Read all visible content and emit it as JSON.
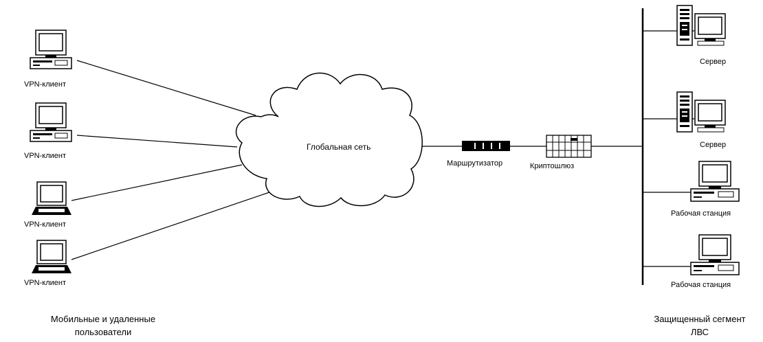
{
  "diagram": {
    "left_group_caption": [
      "Мобильные и удаленные",
      "пользователи"
    ],
    "right_group_caption": [
      "Защищенный сегмент",
      "ЛВС"
    ],
    "clients": [
      {
        "label": "VPN-клиент",
        "icon": "desktop-computer-icon"
      },
      {
        "label": "VPN-клиент",
        "icon": "desktop-computer-icon"
      },
      {
        "label": "VPN-клиент",
        "icon": "laptop-icon"
      },
      {
        "label": "VPN-клиент",
        "icon": "laptop-icon"
      }
    ],
    "cloud": {
      "label": "Глобальная сеть",
      "icon": "cloud-icon"
    },
    "router": {
      "label": "Маршрутизатор",
      "icon": "router-icon"
    },
    "gateway": {
      "label": "Криптошлюз",
      "icon": "crypto-gateway-icon"
    },
    "lan_nodes": [
      {
        "label": "Сервер",
        "icon": "server-icon"
      },
      {
        "label": "Сервер",
        "icon": "server-icon"
      },
      {
        "label": "Рабочая станция",
        "icon": "workstation-icon"
      },
      {
        "label": "Рабочая станция",
        "icon": "workstation-icon"
      }
    ]
  }
}
